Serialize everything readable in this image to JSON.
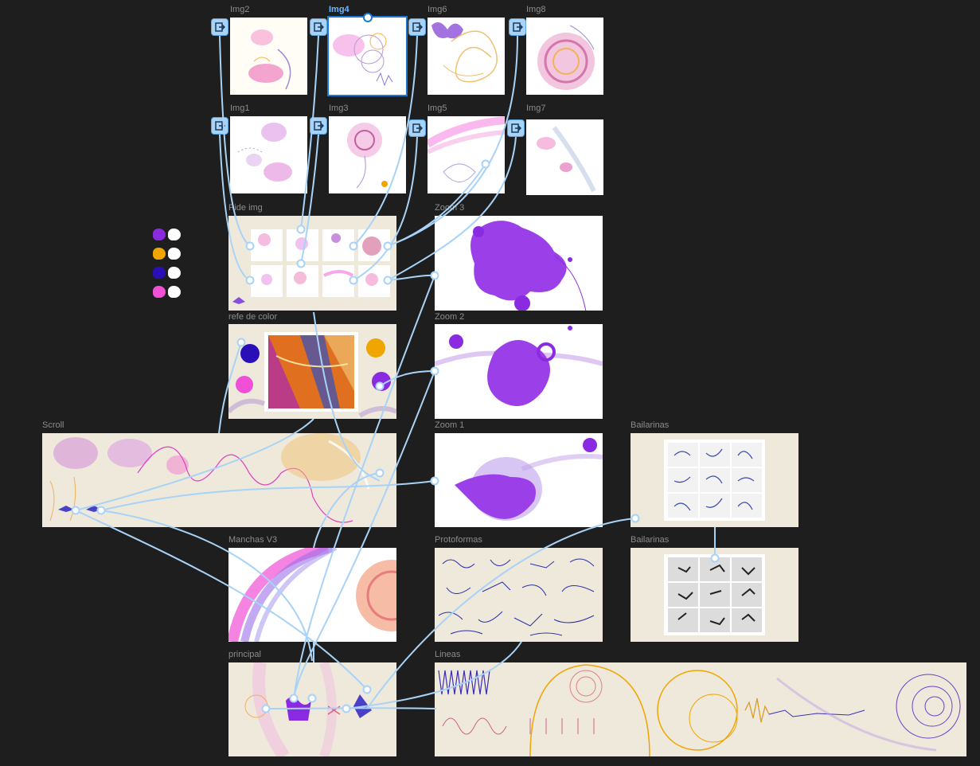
{
  "frames": {
    "img2": {
      "label": "Img2"
    },
    "img4": {
      "label": "Img4"
    },
    "img6": {
      "label": "Img6"
    },
    "img8": {
      "label": "Img8"
    },
    "img1": {
      "label": "Img1"
    },
    "img3": {
      "label": "Img3"
    },
    "img5": {
      "label": "Img5"
    },
    "img7": {
      "label": "Img7"
    },
    "pide_img": {
      "label": "Pide img"
    },
    "zoom3": {
      "label": "Zoom 3"
    },
    "refe_color": {
      "label": "refe de color"
    },
    "zoom2": {
      "label": "Zoom 2"
    },
    "scroll": {
      "label": "Scroll"
    },
    "zoom1": {
      "label": "Zoom 1"
    },
    "bailarinas_top": {
      "label": "Bailarinas"
    },
    "manchas": {
      "label": "Manchas V3"
    },
    "protoformas": {
      "label": "Protoformas"
    },
    "bailarinas_bottom": {
      "label": "Bailarinas"
    },
    "principal": {
      "label": "principal"
    },
    "lineas": {
      "label": "Lineas"
    }
  },
  "swatches": [
    {
      "color": "#8a2be2",
      "pair": "#ffffff"
    },
    {
      "color": "#f0a500",
      "pair": "#ffffff"
    },
    {
      "color": "#2a0fb8",
      "pair": "#ffffff"
    },
    {
      "color": "#f04fd6",
      "pair": "#ffffff"
    }
  ],
  "colors": {
    "connector": "#a8d3f7",
    "selection": "#1b78d0",
    "purple": "#8a2be2",
    "magenta": "#f04fd6",
    "orange": "#f0a500",
    "blue": "#2a0fb8"
  }
}
